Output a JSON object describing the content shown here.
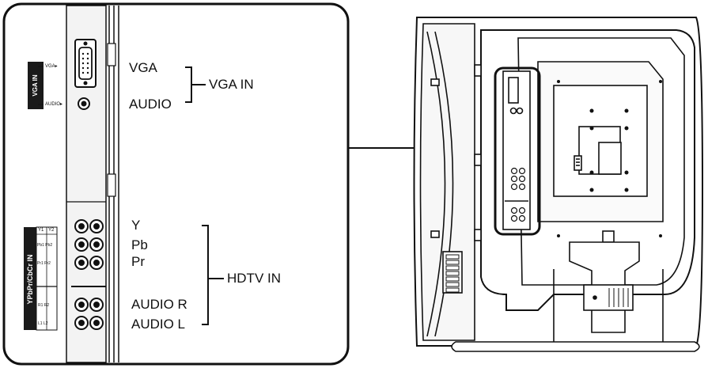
{
  "callouts": {
    "vga": {
      "label_vga": "VGA",
      "label_audio": "AUDIO",
      "group": "VGA IN"
    },
    "hdtv": {
      "label_y": "Y",
      "label_pb": "Pb",
      "label_pr": "Pr",
      "label_audio_r": "AUDIO R",
      "label_audio_l": "AUDIO L",
      "group": "HDTV IN"
    }
  },
  "panel_text": {
    "vga_in_tag": "VGA IN",
    "vga_jack": "VGA▸",
    "audio_jack": "AUDIO▸",
    "ypbpr_tag": "YPbPr/CbCr IN",
    "col_1": "Y1",
    "col_2": "Y2",
    "row_pb": "Pb1 Pb2",
    "row_pr": "Pr1 Pr2",
    "row_r": "R1 R2",
    "row_l": "L1 L2"
  },
  "colors": {
    "ink": "#111111",
    "paper": "#ffffff",
    "panel_gray": "#e6e6e6",
    "dark": "#1a1a1a"
  }
}
